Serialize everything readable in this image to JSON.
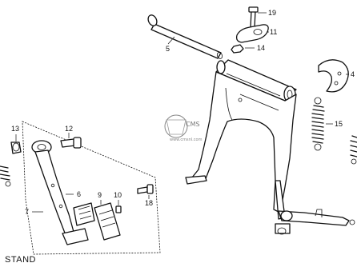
{
  "title": "STAND",
  "watermark": {
    "text": "CMS",
    "subtext": "www.cmsnl.com"
  },
  "callouts": {
    "p4": "4",
    "p5": "5",
    "p6": "6",
    "p7": "7",
    "p9": "9",
    "p10": "10",
    "p11": "11",
    "p12": "12",
    "p13": "13",
    "p14": "14",
    "p15": "15",
    "p18": "18",
    "p19": "19"
  }
}
